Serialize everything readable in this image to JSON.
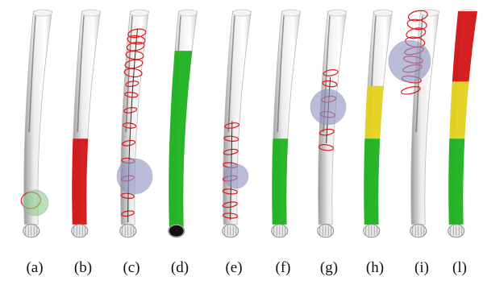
{
  "captions": [
    "(a)",
    "(b)",
    "(c)",
    "(d)",
    "(e)",
    "(f)",
    "(g)",
    "(h)",
    "(i)",
    "(l)"
  ],
  "colors": {
    "bone": "#ececec",
    "bone_shade": "#9a9a9a",
    "bone_dark": "#4a4a4a",
    "red": "#d21414",
    "green": "#1fb21f",
    "yellow": "#e6d21e",
    "curve": "#e01a1a",
    "sphere_blue": "#8f95c2",
    "sphere_green": "#8fcf8f"
  },
  "panels": [
    {
      "id": "a",
      "regions": [],
      "sphere": {
        "color": "green"
      },
      "curves": "ring"
    },
    {
      "id": "b",
      "regions": [
        {
          "color": "red",
          "from": 0.58,
          "to": 0.97
        }
      ],
      "sphere": null,
      "curves": "none"
    },
    {
      "id": "c",
      "regions": [],
      "sphere": {
        "color": "blue"
      },
      "curves": "many"
    },
    {
      "id": "d",
      "regions": [
        {
          "color": "green",
          "from": 0.18,
          "to": 0.98
        }
      ],
      "sphere": null,
      "curves": "none"
    },
    {
      "id": "e",
      "regions": [],
      "sphere": {
        "color": "blue"
      },
      "curves": "ladder"
    },
    {
      "id": "f",
      "regions": [
        {
          "color": "green",
          "from": 0.58,
          "to": 0.97
        }
      ],
      "sphere": null,
      "curves": "none"
    },
    {
      "id": "g",
      "regions": [],
      "sphere": {
        "color": "blue"
      },
      "curves": "few"
    },
    {
      "id": "h",
      "regions": [
        {
          "color": "yellow",
          "from": 0.34,
          "to": 0.58
        },
        {
          "color": "green",
          "from": 0.58,
          "to": 0.97
        }
      ],
      "sphere": null,
      "curves": "none"
    },
    {
      "id": "i",
      "regions": [],
      "sphere": {
        "color": "blue"
      },
      "curves": "top"
    },
    {
      "id": "l",
      "regions": [
        {
          "color": "red",
          "from": 0.0,
          "to": 0.32
        },
        {
          "color": "yellow",
          "from": 0.32,
          "to": 0.58
        },
        {
          "color": "green",
          "from": 0.58,
          "to": 0.97
        }
      ],
      "sphere": null,
      "curves": "none"
    }
  ]
}
